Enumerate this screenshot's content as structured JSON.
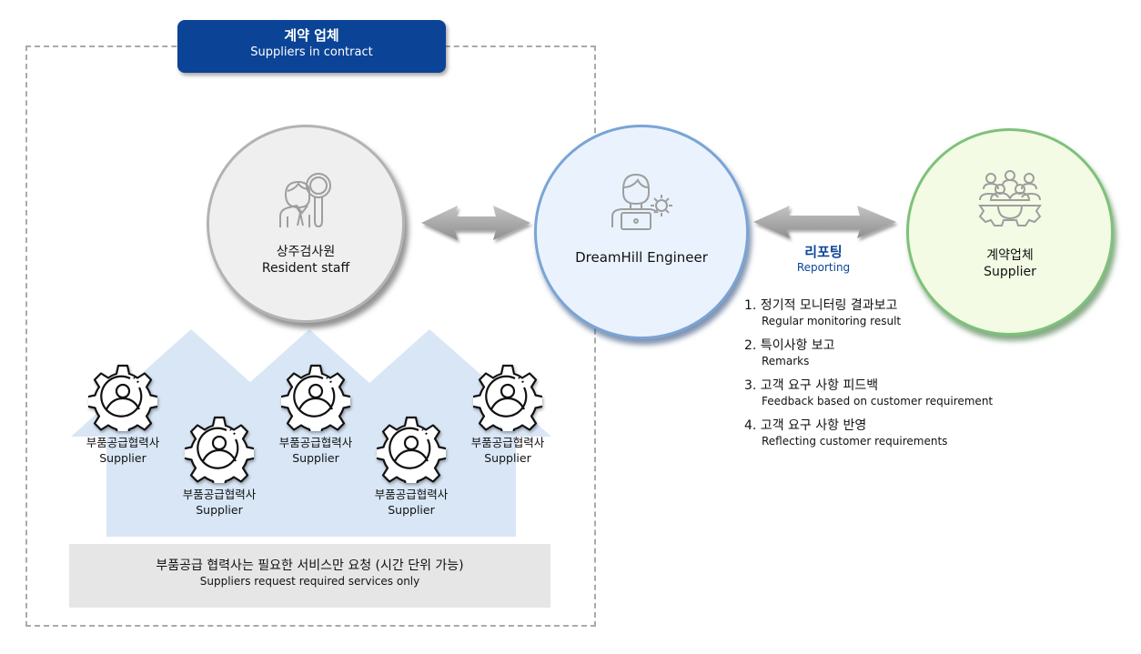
{
  "group": {
    "title_ko": "계약 업체",
    "title_en": "Suppliers in contract",
    "title_color": "#0B4497"
  },
  "nodes": {
    "resident": {
      "icon": "inspector-magnifier-icon",
      "label_ko": "상주검사원",
      "label_en": "Resident staff",
      "fill": "#efefef",
      "border": "#b3b3b3"
    },
    "engineer": {
      "icon": "engineer-laptop-gear-icon",
      "label": "DreamHill  Engineer",
      "fill": "#eaf3fd",
      "border": "#7aa4d6"
    },
    "supplier": {
      "icon": "team-gear-icon",
      "label_ko": "계약업체",
      "label_en": "Supplier",
      "fill": "#f3fbe4",
      "border": "#7ec17a"
    }
  },
  "connectors": [
    {
      "from": "resident",
      "to": "engineer",
      "type": "double-arrow"
    },
    {
      "from": "engineer",
      "to": "supplier",
      "type": "double-arrow",
      "label_ko": "리포팅",
      "label_en": "Reporting"
    }
  ],
  "reporting_items": [
    {
      "ko": "1. 정기적 모니터링 결과보고",
      "en": "Regular monitoring result"
    },
    {
      "ko": "2. 특이사항 보고",
      "en": "Remarks"
    },
    {
      "ko": "3. 고객 요구 사항 피드백",
      "en": "Feedback based on customer requirement"
    },
    {
      "ko": "4. 고객 요구 사항 반영",
      "en": "Reflecting customer requirements"
    }
  ],
  "part_suppliers": [
    {
      "icon": "gear-person-icon",
      "ko": "부품공급협력사",
      "en": "Supplier"
    },
    {
      "icon": "gear-person-icon",
      "ko": "부품공급협력사",
      "en": "Supplier"
    },
    {
      "icon": "gear-person-icon",
      "ko": "부품공급협력사",
      "en": "Supplier"
    },
    {
      "icon": "gear-person-icon",
      "ko": "부품공급협력사",
      "en": "Supplier"
    },
    {
      "icon": "gear-person-icon",
      "ko": "부품공급협력사",
      "en": "Supplier"
    }
  ],
  "note": {
    "ko": "부품공급 협력사는 필요한 서비스만 요청 (시간 단위 가능)",
    "en": "Suppliers request required services only"
  }
}
